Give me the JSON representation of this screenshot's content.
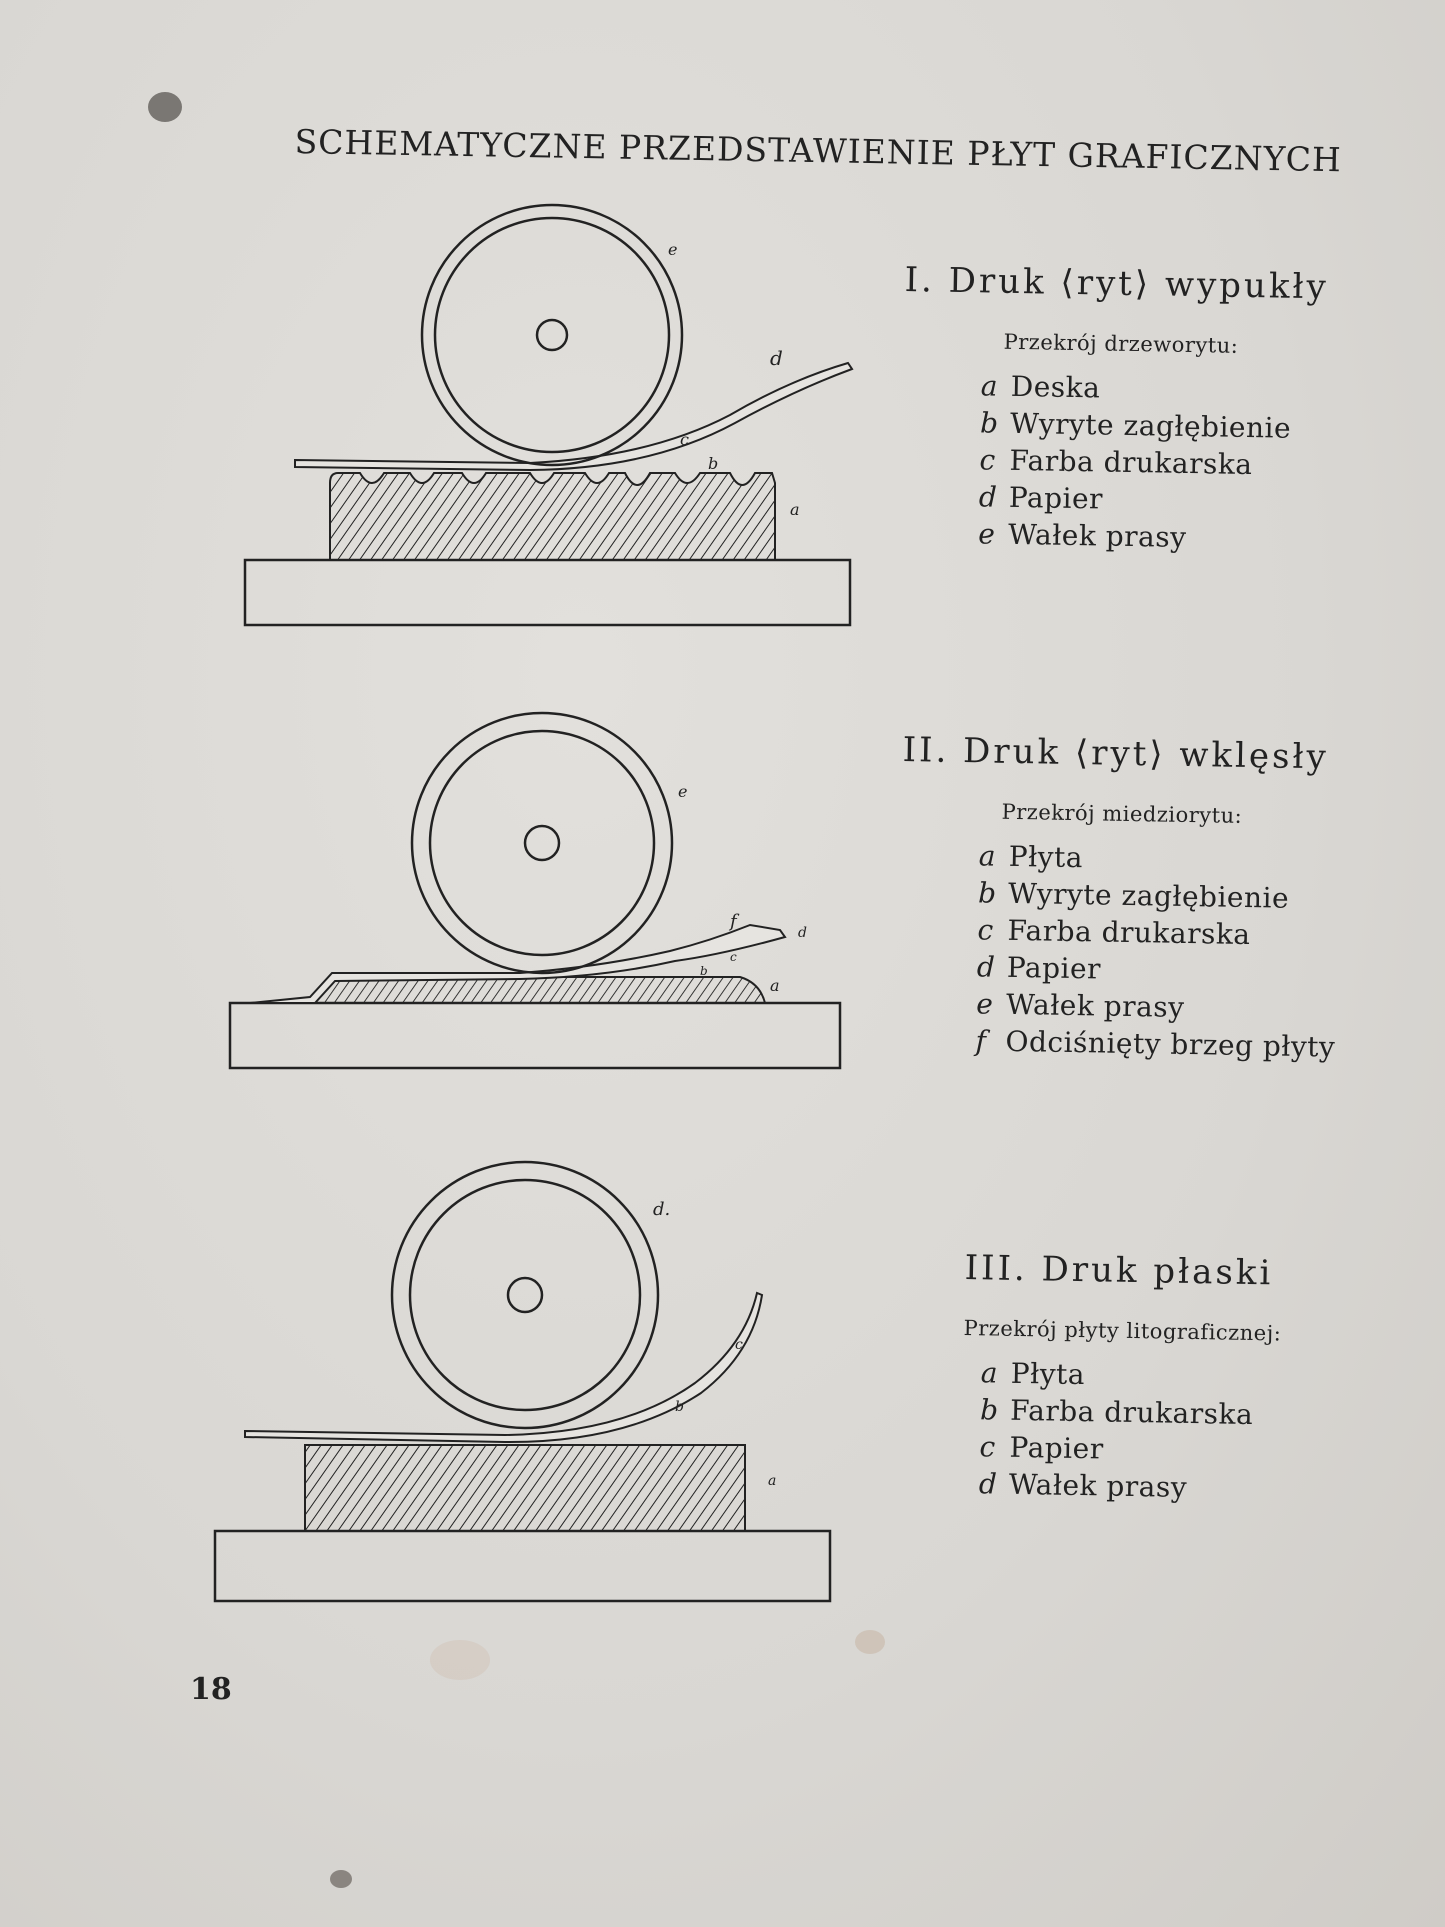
{
  "page": {
    "title": "SCHEMATYCZNE PRZEDSTAWIENIE PŁYT GRAFICZNYCH",
    "page_number": "18"
  },
  "sections": [
    {
      "heading": "I. Druk ⟨ryt⟩ wypukły",
      "subtitle": "Przekrój drzeworytu:",
      "items": [
        {
          "letter": "a",
          "text": "Deska"
        },
        {
          "letter": "b",
          "text": "Wyryte zagłębienie"
        },
        {
          "letter": "c",
          "text": "Farba drukarska"
        },
        {
          "letter": "d",
          "text": "Papier"
        },
        {
          "letter": "e",
          "text": "Wałek prasy"
        }
      ],
      "figure_labels": {
        "roller": "e",
        "paper": "d",
        "ink": "c",
        "groove": "b",
        "plate": "a"
      }
    },
    {
      "heading": "II. Druk ⟨ryt⟩ wklęsły",
      "subtitle": "Przekrój miedziorytu:",
      "items": [
        {
          "letter": "a",
          "text": "Płyta"
        },
        {
          "letter": "b",
          "text": "Wyryte zagłębienie"
        },
        {
          "letter": "c",
          "text": "Farba drukarska"
        },
        {
          "letter": "d",
          "text": "Papier"
        },
        {
          "letter": "e",
          "text": "Wałek prasy"
        },
        {
          "letter": "f",
          "text": "Odciśnięty brzeg płyty"
        }
      ],
      "figure_labels": {
        "roller": "e",
        "paper": "d",
        "edge": "f",
        "ink": "c",
        "groove": "b",
        "plate": "a"
      }
    },
    {
      "heading": "III. Druk płaski",
      "subtitle": "Przekrój płyty litograficznej:",
      "items": [
        {
          "letter": "a",
          "text": "Płyta"
        },
        {
          "letter": "b",
          "text": "Farba drukarska"
        },
        {
          "letter": "c",
          "text": "Papier"
        },
        {
          "letter": "d",
          "text": "Wałek prasy"
        }
      ],
      "figure_labels": {
        "roller": "d.",
        "paper": "c",
        "ink": "b",
        "plate": "a"
      }
    }
  ]
}
